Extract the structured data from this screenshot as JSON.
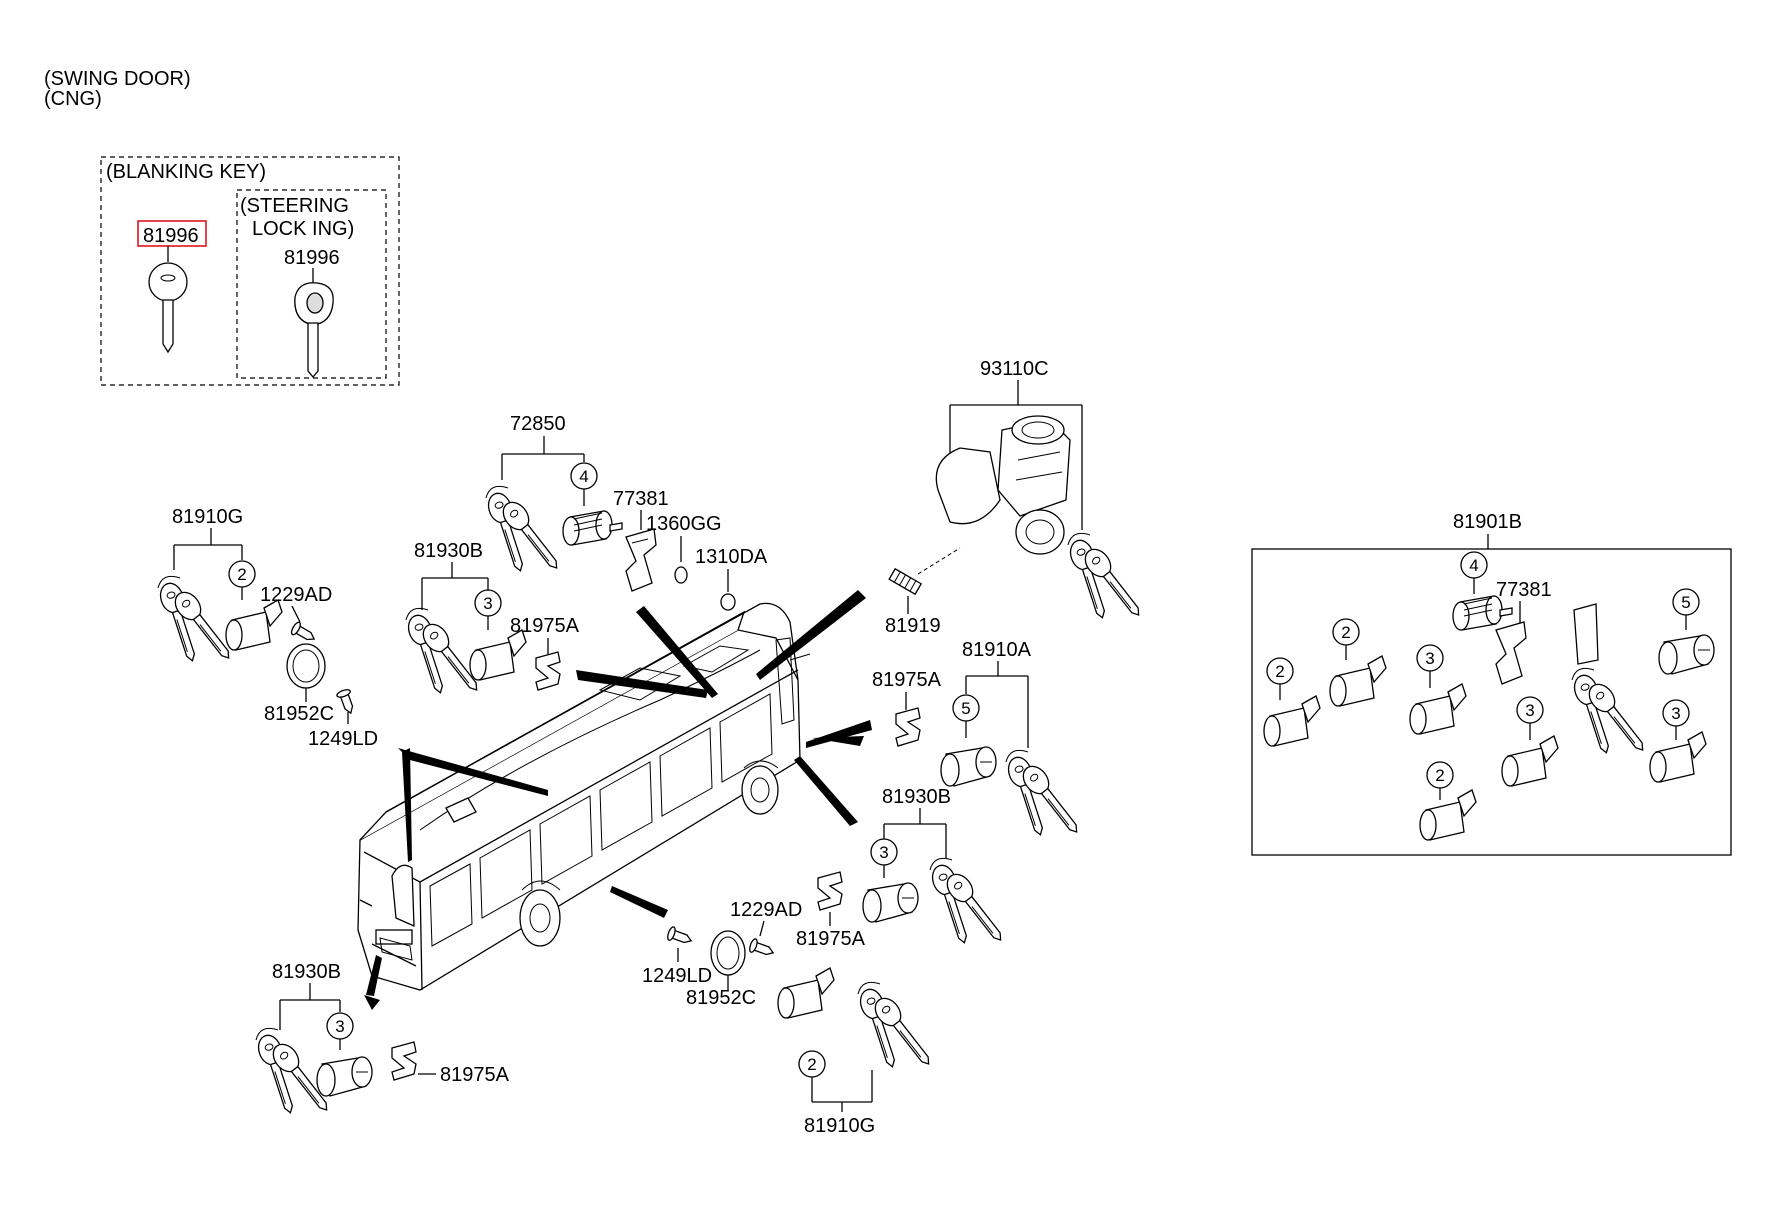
{
  "header": {
    "variant_1": "(SWING DOOR)",
    "variant_2": "(CNG)"
  },
  "blanking_box": {
    "title": "(BLANKING KEY)",
    "part": "81996",
    "steering_title_1": "(STEERING",
    "steering_title_2": "LOCK  ING)",
    "steering_part": "81996"
  },
  "labels": {
    "p93110C": "93110C",
    "p72850": "72850",
    "p77381": "77381",
    "p1360GG": "1360GG",
    "p1310DA": "1310DA",
    "p81919": "81919",
    "p81910G_top": "81910G",
    "p1229AD_top": "1229AD",
    "p81952C_top": "81952C",
    "p1249LD_top": "1249LD",
    "p81930B_mid": "81930B",
    "p81975A_mid": "81975A",
    "p81975A_right": "81975A",
    "p81910A": "81910A",
    "p81930B_right": "81930B",
    "p1229AD_bot": "1229AD",
    "p81975A_bot": "81975A",
    "p1249LD_bot": "1249LD",
    "p81952C_bot": "81952C",
    "p81930B_bot": "81930B",
    "p81975A_botleft": "81975A",
    "p81910G_bot": "81910G",
    "p81901B": "81901B",
    "p77381_kit": "77381"
  },
  "callouts": {
    "c2": "2",
    "c3": "3",
    "c4": "4",
    "c5": "5"
  },
  "colors": {
    "highlight": "#e0141e",
    "ink": "#000000"
  }
}
